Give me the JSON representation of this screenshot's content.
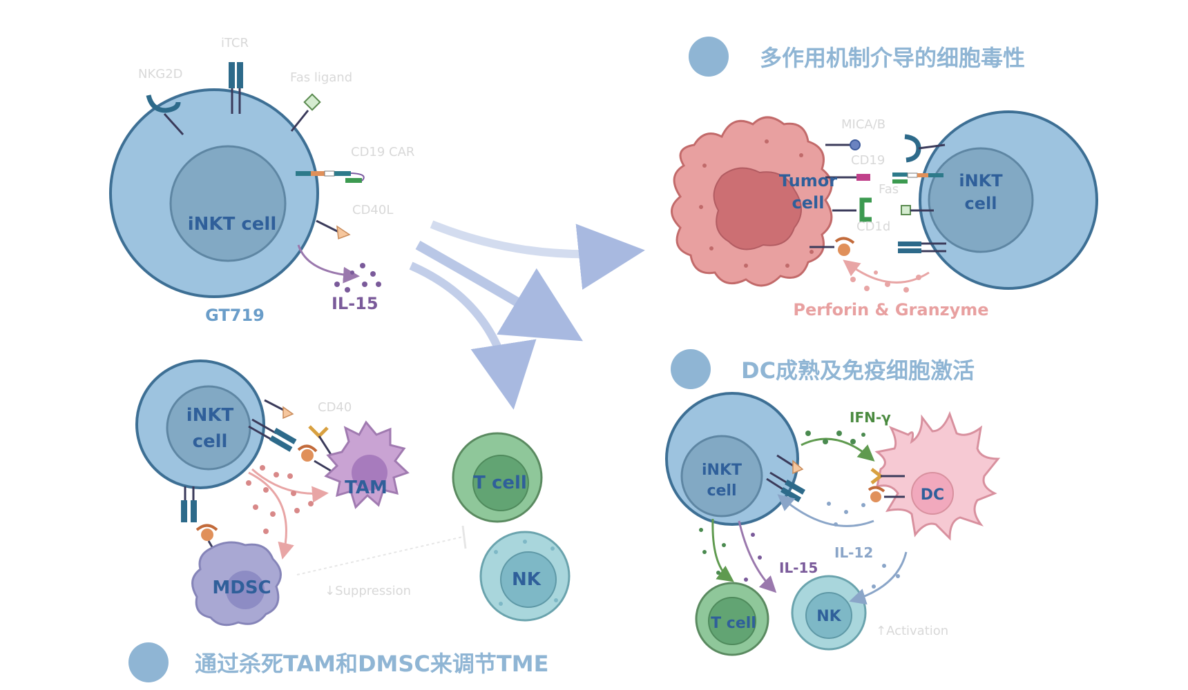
{
  "gt719": {
    "labels": {
      "ntcr": "iTCR",
      "nkg2d": "NKG2D",
      "fas_ligand": "Fas ligand",
      "cd19car": "CD19 CAR",
      "cd40l": "CD40L",
      "cell": "iNKT cell",
      "name": "GT719",
      "il15": "IL-15"
    }
  },
  "cytotox": {
    "heading": "多作用机制介导的细胞毒性",
    "labels": {
      "mica": "MICA/B",
      "cd19": "CD19",
      "fas": "Fas",
      "cd1d": "CD1d",
      "tumor1": "Tumor",
      "tumor2": "cell",
      "inkt1": "iNKT",
      "inkt2": "cell",
      "perforin": "Perforin & Granzyme"
    }
  },
  "dc": {
    "heading": "DC成熟及免疫细胞激活",
    "labels": {
      "ifn": "IFN-γ",
      "inkt1": "iNKT",
      "inkt2": "cell",
      "dc": "DC",
      "il15": "IL-15",
      "il12": "IL-12",
      "tcell": "T cell",
      "nk": "NK",
      "activation": "↑Activation"
    }
  },
  "tme": {
    "heading": "通过杀死TAM和DMSC来调节TME",
    "labels": {
      "inkt1": "iNKT",
      "inkt2": "cell",
      "cd40": "CD40",
      "tam": "TAM",
      "tcell": "T cell",
      "nk": "NK",
      "mdsc": "MDSC",
      "suppression": "↓Suppression"
    }
  },
  "colors": {
    "inkt_outer": "#9dc3df",
    "inkt_nucleus": "#82a9c4",
    "tumor": "#e8a0a0",
    "tam": "#c9a3d3",
    "mdsc": "#a9a8d3",
    "tcell": "#8fc79a",
    "nk": "#a9d6dc",
    "dc": "#f6c9d3",
    "arrow": "#a8b9e0"
  }
}
